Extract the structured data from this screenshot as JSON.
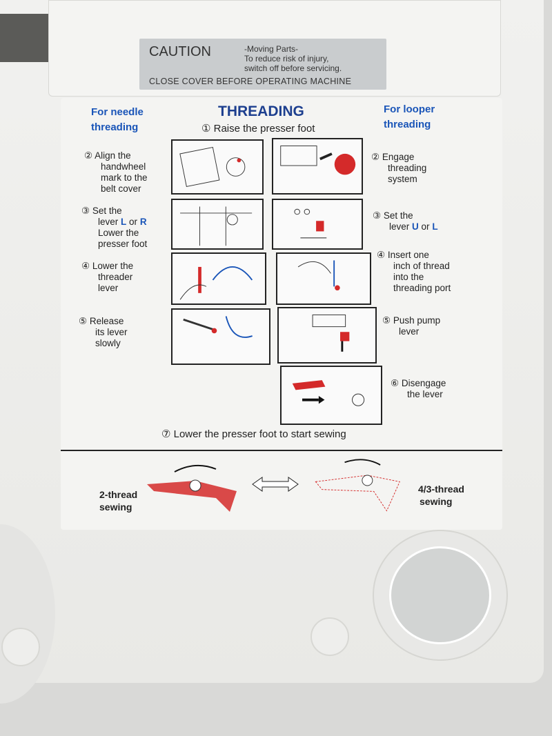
{
  "caution": {
    "title": "CAUTION",
    "line1": "-Moving Parts-",
    "line2": "To reduce risk of injury,",
    "line3": "switch off before servicing.",
    "close": "CLOSE COVER BEFORE OPERATING MACHINE"
  },
  "label": {
    "needle_header": [
      "For needle",
      "threading"
    ],
    "looper_header": [
      "For looper",
      "threading"
    ],
    "title": "THREADING",
    "step1": "① Raise the presser foot",
    "left_steps": [
      {
        "num": "②",
        "text": [
          "Align the",
          "handwheel",
          "mark to the",
          "belt cover"
        ]
      },
      {
        "num": "③",
        "text": [
          "Set the",
          "lever",
          "or",
          "Lower the",
          "presser foot"
        ],
        "keys": [
          "L",
          "R"
        ]
      },
      {
        "num": "④",
        "text": [
          "Lower the",
          "threader",
          "lever"
        ]
      },
      {
        "num": "⑤",
        "text": [
          "Release",
          "its lever",
          "slowly"
        ]
      }
    ],
    "right_steps": [
      {
        "num": "②",
        "text": [
          "Engage",
          "threading",
          "system"
        ]
      },
      {
        "num": "③",
        "text": [
          "Set the",
          "lever",
          "or"
        ],
        "keys": [
          "U",
          "L"
        ]
      },
      {
        "num": "④",
        "text": [
          "Insert one",
          "inch of thread",
          "into the",
          "threading port"
        ]
      },
      {
        "num": "⑤",
        "text": [
          "Push pump",
          "lever"
        ]
      },
      {
        "num": "⑥",
        "text": [
          "Disengage",
          "the lever"
        ]
      }
    ],
    "step7": "⑦ Lower the presser foot to start sewing",
    "mode_left": [
      "2-thread",
      "sewing"
    ],
    "mode_right": [
      "4/3-thread",
      "sewing"
    ]
  },
  "colors": {
    "accent_blue": "#1a55b8",
    "accent_red": "#d42a2a"
  }
}
